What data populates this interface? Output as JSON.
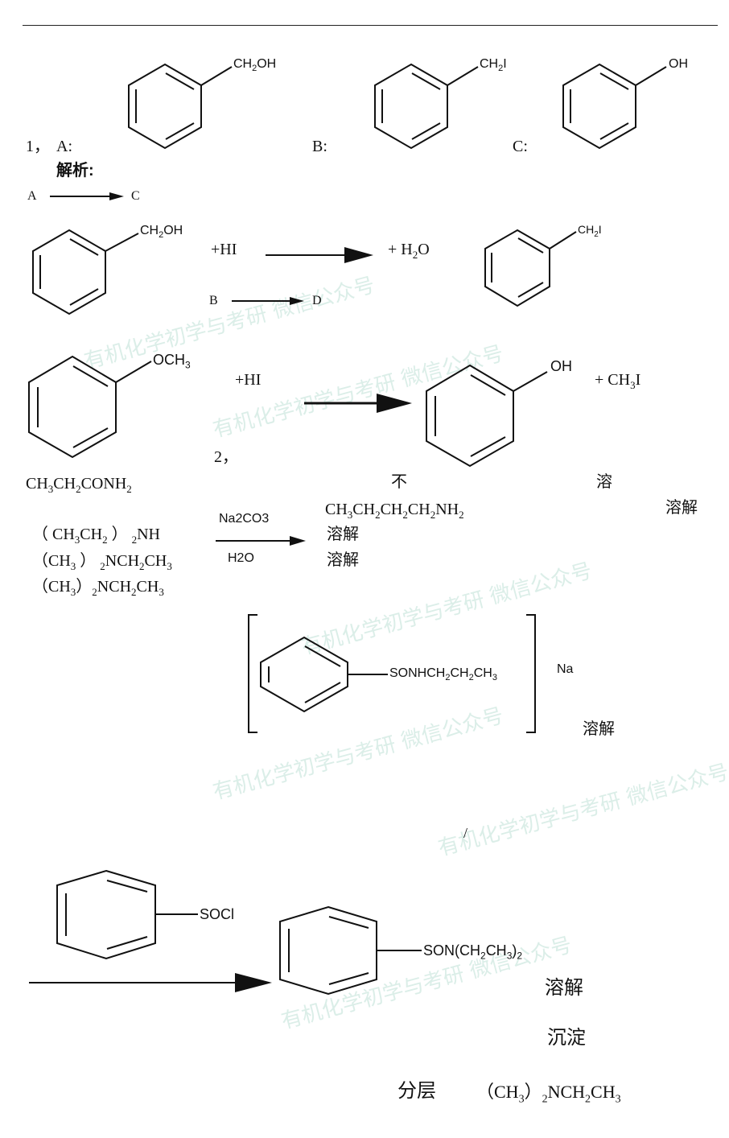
{
  "q1": {
    "number": "1，",
    "label_a": "A:",
    "label_b": "B:",
    "label_c": "C:",
    "a_sub": "CH2OH",
    "b_sub": "CH2I",
    "c_sub": "OH",
    "analysis": "解析:",
    "arrow1_left": "A",
    "arrow1_right": "C",
    "r1_sub": "CH2OH",
    "r1_reagent": "+HI",
    "r1_byproduct": "+ H2O",
    "r1_product_sub": "CH2I",
    "arrow2_left": "B",
    "arrow2_right": "D",
    "r2_sub": "OCH3",
    "r2_reagent": "+HI",
    "r2_product_sub": "OH",
    "r2_byproduct": "+ CH3I"
  },
  "q2": {
    "number": "2，",
    "compounds": [
      "CH3CH2CONH2",
      "CH3CH2CH2CH2NH2",
      "（ CH3CH2 ） 2NH",
      "（CH3） 2NCH2CH3",
      "（CH3）2NCH2CH3"
    ],
    "obs_bu": "不",
    "obs_rong": "溶",
    "obs_rongjie_1": "溶解",
    "obs_rongjie_2": "溶解",
    "obs_rongjie_3": "溶解",
    "reagent_top": "Na2CO3",
    "reagent_bottom": "H2O",
    "salt_sub": "SONHCH2CH2CH3",
    "salt_na": "Na",
    "salt_rongjie": "溶解",
    "slash": "/",
    "sulfonyl_chloride_sub": "SOCl",
    "product_sub": "SON(CH2CH3)2",
    "obs_rongjie_4": "溶解",
    "obs_chendian": "沉淀",
    "obs_fenceng": "分层",
    "final_compound": "（CH3）2NCH2CH3"
  },
  "watermark": "有机化学初学与考研  微信公众号"
}
